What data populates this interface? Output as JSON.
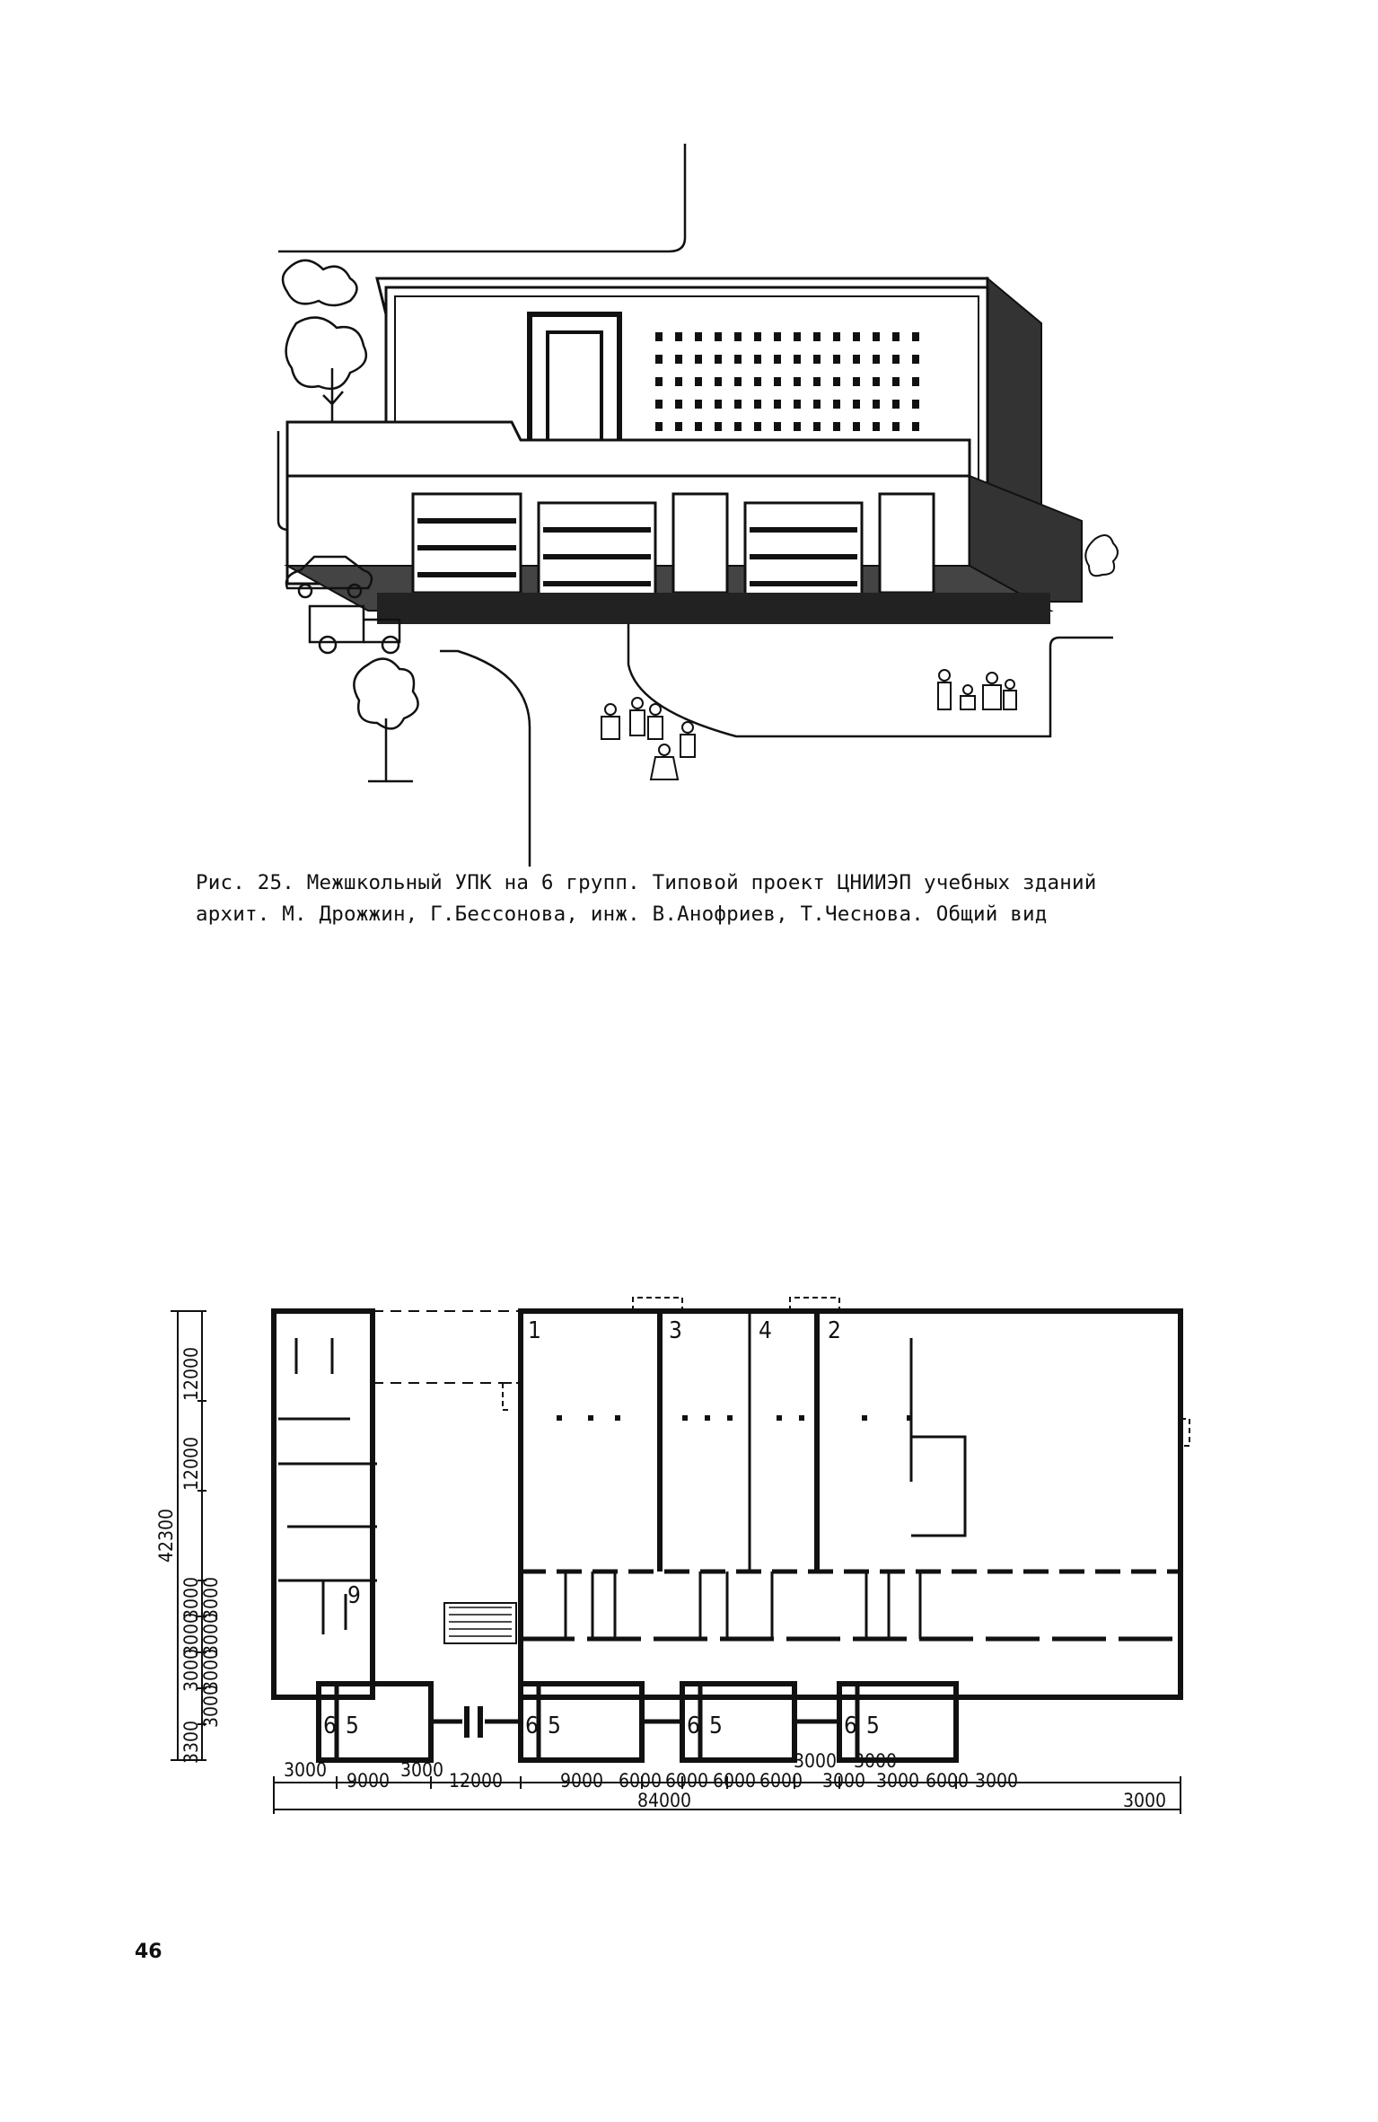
{
  "page": {
    "page_number": "46",
    "caption_line1": "Рис. 25. Межшкольный УПК на 6 групп. Типовой проект ЦНИИЭП учебных зданий",
    "caption_line2": "архит. М. Дрожжин, Г.Бессонова, инж. В.Анофриев, Т.Чеснова. Общий вид"
  },
  "plan": {
    "room_labels": [
      "1",
      "3",
      "4",
      "2",
      "9",
      "6",
      "5",
      "6",
      "5",
      "6",
      "5",
      "6",
      "5"
    ],
    "vertical_dims": [
      "12000",
      "12000",
      "42300",
      "3000",
      "3000",
      "3000",
      "3000",
      "3000",
      "3000",
      "3300",
      "3000"
    ],
    "bottom_dims": [
      "3000",
      "9000",
      "3000",
      "12000",
      "9000",
      "6000",
      "6000",
      "6000",
      "6000",
      "3000",
      "3000",
      "3000",
      "3000",
      "6000",
      "3000"
    ],
    "total_dims": [
      "84000",
      "3000"
    ]
  },
  "colors": {
    "ink": "#111111",
    "paper": "#ffffff"
  }
}
